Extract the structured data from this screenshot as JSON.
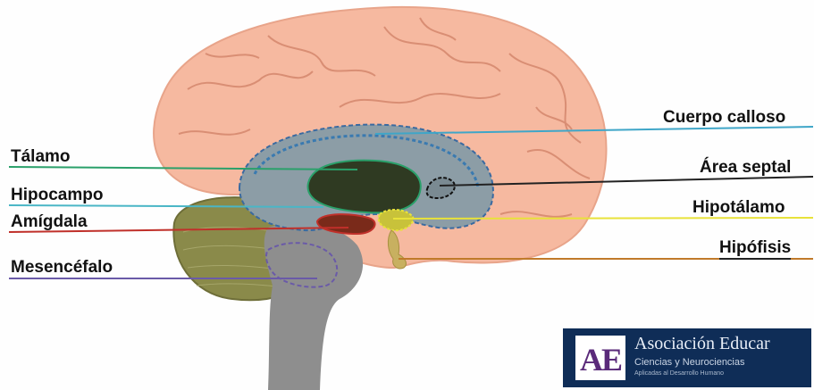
{
  "labels": {
    "cuerpo_calloso": "Cuerpo calloso",
    "talamo": "Tálamo",
    "area_septal": "Área septal",
    "hipocampo": "Hipocampo",
    "hipotalamo": "Hipotálamo",
    "amigdala": "Amígdala",
    "hipofisis": "Hipófisis",
    "mesencefalo": "Mesencéfalo"
  },
  "logo": {
    "mark": "AE",
    "name": "Asociación Educar",
    "tagline": "Ciencias y Neurociencias",
    "subtagline": "Aplicadas al Desarrollo Humano"
  },
  "colors": {
    "cortex": "#f6b9a0",
    "gyri_line": "#d98e74",
    "cerebellum": "#8a8a4a",
    "brainstem": "#8e8e8e",
    "limbic_fill": "#8c9da6",
    "thalamus": "#2f3a22",
    "cuerpo_calloso_line": "#3fa6c8",
    "talamo_line": "#2aa06a",
    "area_septal_line": "#222222",
    "hipocampo_line": "#4ab6c6",
    "hipotalamo_line": "#e8e23a",
    "amigdala_line": "#c0302a",
    "hipofisis_line": "#c07a2a",
    "mesencefalo_line": "#6a5aa8"
  }
}
